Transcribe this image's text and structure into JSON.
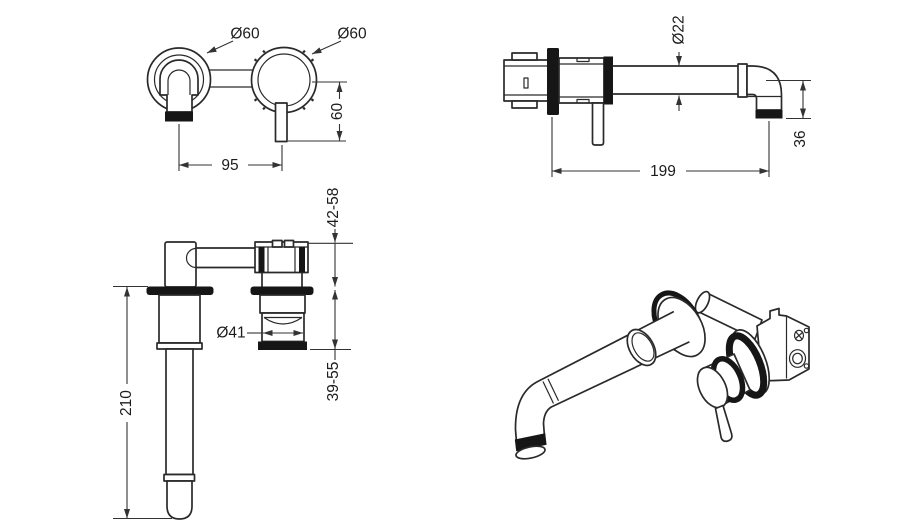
{
  "views": {
    "front": {
      "dia_spout_trim": "Ø60",
      "dia_handle_trim": "Ø60",
      "centres_width": "95",
      "handle_drop": "60"
    },
    "side": {
      "spout_dia": "Ø22",
      "spout_reach": "199",
      "outlet_drop": "36"
    },
    "section": {
      "wall_depth_handle": "42-58",
      "wall_depth_spout": "39-55",
      "trim_dia": "Ø41",
      "body_length": "210"
    }
  },
  "colors": {
    "line": "#2a2a2a",
    "solid_black": "#161616",
    "background": "#ffffff"
  }
}
